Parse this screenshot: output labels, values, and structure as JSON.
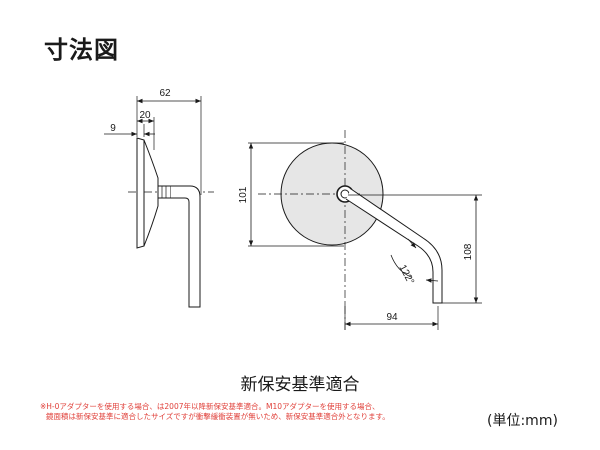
{
  "title": "寸法図",
  "dimensions": {
    "overall_depth": "62",
    "offset_20": "20",
    "offset_9": "9",
    "mirror_diameter": "101",
    "arm_height": "108",
    "arm_reach": "94",
    "arm_angle": "122°"
  },
  "standard_label": "新保安基準適合",
  "notes": [
    "※H-0アダプターを使用する場合、は2007年以降新保安基準適合。M10アダプターを使用する場合、",
    "鏡面積は新保安基準に適合したサイズですが衝撃緩衝装置が無いため、新保安基準適合外となります。"
  ],
  "unit_label": "(単位:mm)",
  "colors": {
    "note": "#e0403a",
    "line": "#1a1a1a",
    "mirror_fill": "#e6e6e6"
  }
}
